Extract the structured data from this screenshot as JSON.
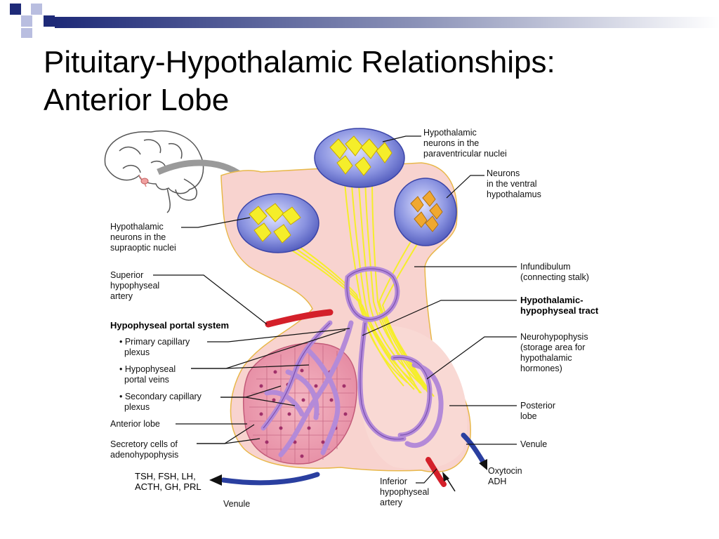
{
  "title": {
    "line1": "Pituitary-Hypothalamic Relationships:",
    "line2": "Anterior Lobe"
  },
  "colors": {
    "accent_blue": "#1e2a78",
    "pituitary_pink": "#f8d3cf",
    "vessel_purple": "#b48ad8",
    "neuron_yellow": "#f5ee2a",
    "artery_red": "#d4202a",
    "venule_blue": "#2a3fa0"
  },
  "labels": {
    "paraventricular": [
      "Hypothalamic",
      "neurons in the",
      "paraventricular nuclei"
    ],
    "ventral": [
      "Neurons",
      "in the ventral",
      "hypothalamus"
    ],
    "supraoptic": [
      "Hypothalamic",
      "neurons in the",
      "supraoptic nuclei"
    ],
    "sup_artery": [
      "Superior",
      "hypophyseal",
      "artery"
    ],
    "portal_system": "Hypophyseal portal system",
    "primary_plexus": [
      "• Primary capillary",
      "plexus"
    ],
    "portal_veins": [
      "• Hypophyseal",
      "portal veins"
    ],
    "secondary_plexus": [
      "• Secondary capillary",
      "plexus"
    ],
    "anterior_lobe": "Anterior lobe",
    "secretory_cells": [
      "Secretory cells of",
      "adenohypophysis"
    ],
    "hormones_anterior": [
      "TSH, FSH, LH,",
      "ACTH, GH, PRL"
    ],
    "venule_left": "Venule",
    "infundibulum": [
      "Infundibulum",
      "(connecting stalk)"
    ],
    "tract": [
      "Hypothalamic-",
      "hypophyseal tract"
    ],
    "neurohypophysis": [
      "Neurohypophysis",
      "(storage area for",
      "hypothalamic",
      "hormones)"
    ],
    "posterior_lobe": [
      "Posterior",
      "lobe"
    ],
    "venule_right": "Venule",
    "hormones_posterior": [
      "Oxytocin",
      "ADH"
    ],
    "inf_artery": [
      "Inferior",
      "hypophyseal",
      "artery"
    ]
  }
}
